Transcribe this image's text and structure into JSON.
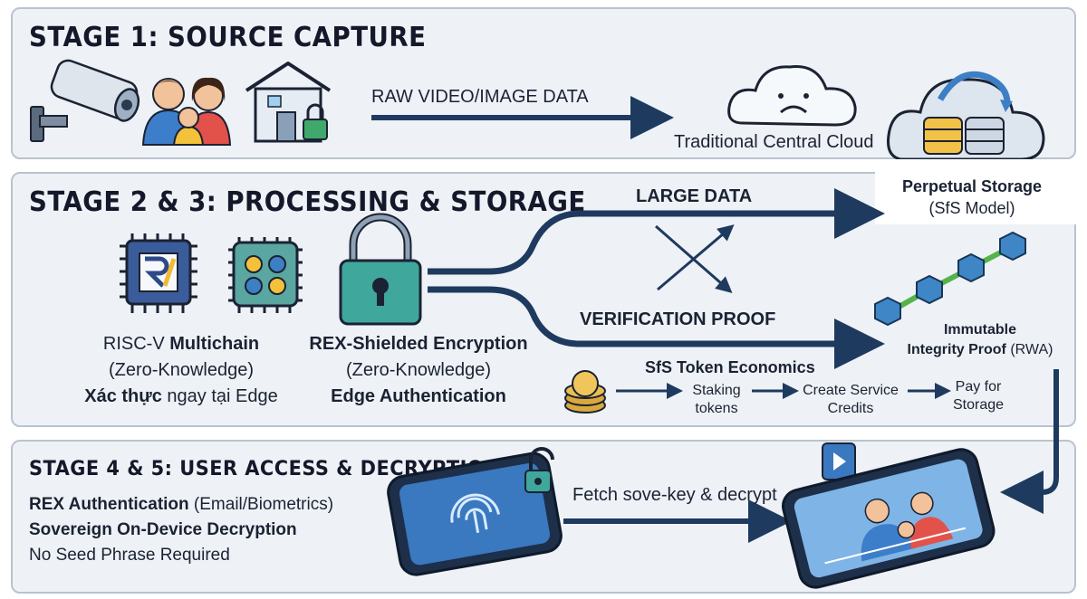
{
  "stage1": {
    "title": "STAGE 1: SOURCE CAPTURE",
    "flow_label": "RAW VIDEO/IMAGE DATA",
    "cloud_label": "Traditional Central Cloud"
  },
  "stage23": {
    "title": "STAGE 2 & 3: PROCESSING & STORAGE",
    "chip": {
      "line1_a": "RISC-V ",
      "line1_b": "Multichain",
      "line2": "(Zero-Knowledge)",
      "line3_a": "Xác thực",
      "line3_b": " ngay tại Edge"
    },
    "encryption": {
      "line1": "REX-Shielded Encryption",
      "line2": "(Zero-Knowledge)",
      "line3": "Edge Authentication"
    },
    "large_data": "LARGE DATA",
    "verification_proof": "VERIFICATION PROOF",
    "perpetual_storage": {
      "title": "Perpetual Storage",
      "subtitle": "(SfS Model)"
    },
    "integrity": {
      "line1": "Immutable",
      "line2_a": "Integrity Proof",
      "line2_b": " (RWA)"
    },
    "token_economics": {
      "title": "SfS Token Economics",
      "steps": [
        {
          "line1": "Staking",
          "line2": "tokens"
        },
        {
          "line1": "Create Service",
          "line2": "Credits"
        },
        {
          "line1": "Pay for",
          "line2": "Storage"
        }
      ]
    }
  },
  "stage45": {
    "title": "STAGE 4 & 5: USER ACCESS & DECRYPTION",
    "auth_a": "REX Authentication",
    "auth_b": " (Email/Biometrics)",
    "sovereign": "Sovereign On-Device Decryption",
    "no_seed": "No Seed Phrase Required",
    "fetch_label": "Fetch sove-key & decrypt"
  },
  "colors": {
    "navy": "#1f3a5f",
    "panel_bg": "#eef2f6",
    "panel_border": "#b9c3cf",
    "cube": "#3f86c6",
    "link_green": "#55b34a",
    "coin": "#d9a93c"
  },
  "icons": [
    "security-camera-icon",
    "family-icon",
    "locked-house-icon",
    "sad-cloud-icon",
    "database-cloud-icon",
    "risc-v-chip-icon",
    "neural-chip-icon",
    "padlock-icon",
    "blockchain-icon",
    "coins-icon",
    "fingerprint-phone-icon",
    "unlock-icon",
    "video-play-icon",
    "family-video-phone-icon"
  ]
}
